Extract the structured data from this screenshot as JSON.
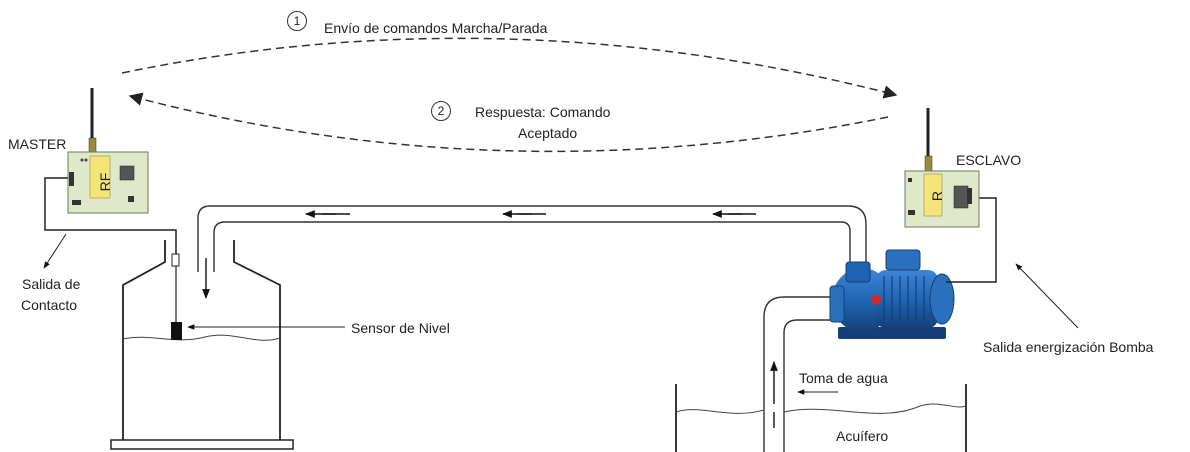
{
  "step1": {
    "number": "1",
    "text": "Envío de comandos Marcha/Parada"
  },
  "step2": {
    "number": "2",
    "text_line1": "Respuesta: Comando",
    "text_line2": "Aceptado"
  },
  "master": {
    "label": "MASTER",
    "module_text": "RF"
  },
  "slave": {
    "label": "ESCLAVO",
    "module_text": "R"
  },
  "contact_output": {
    "line1": "Salida de",
    "line2": "Contacto"
  },
  "level_sensor": {
    "label": "Sensor de Nivel"
  },
  "pump_output": {
    "label": "Salida energización Bomba"
  },
  "water_intake": {
    "label": "Toma de agua"
  },
  "aquifer": {
    "label": "Acuífero"
  },
  "colors": {
    "board": "#dfe8c8",
    "rf_chip": "#f3e57a",
    "pump_body": "#1e63b0",
    "pump_dark": "#153f78",
    "pump_red": "#d02a2a"
  }
}
